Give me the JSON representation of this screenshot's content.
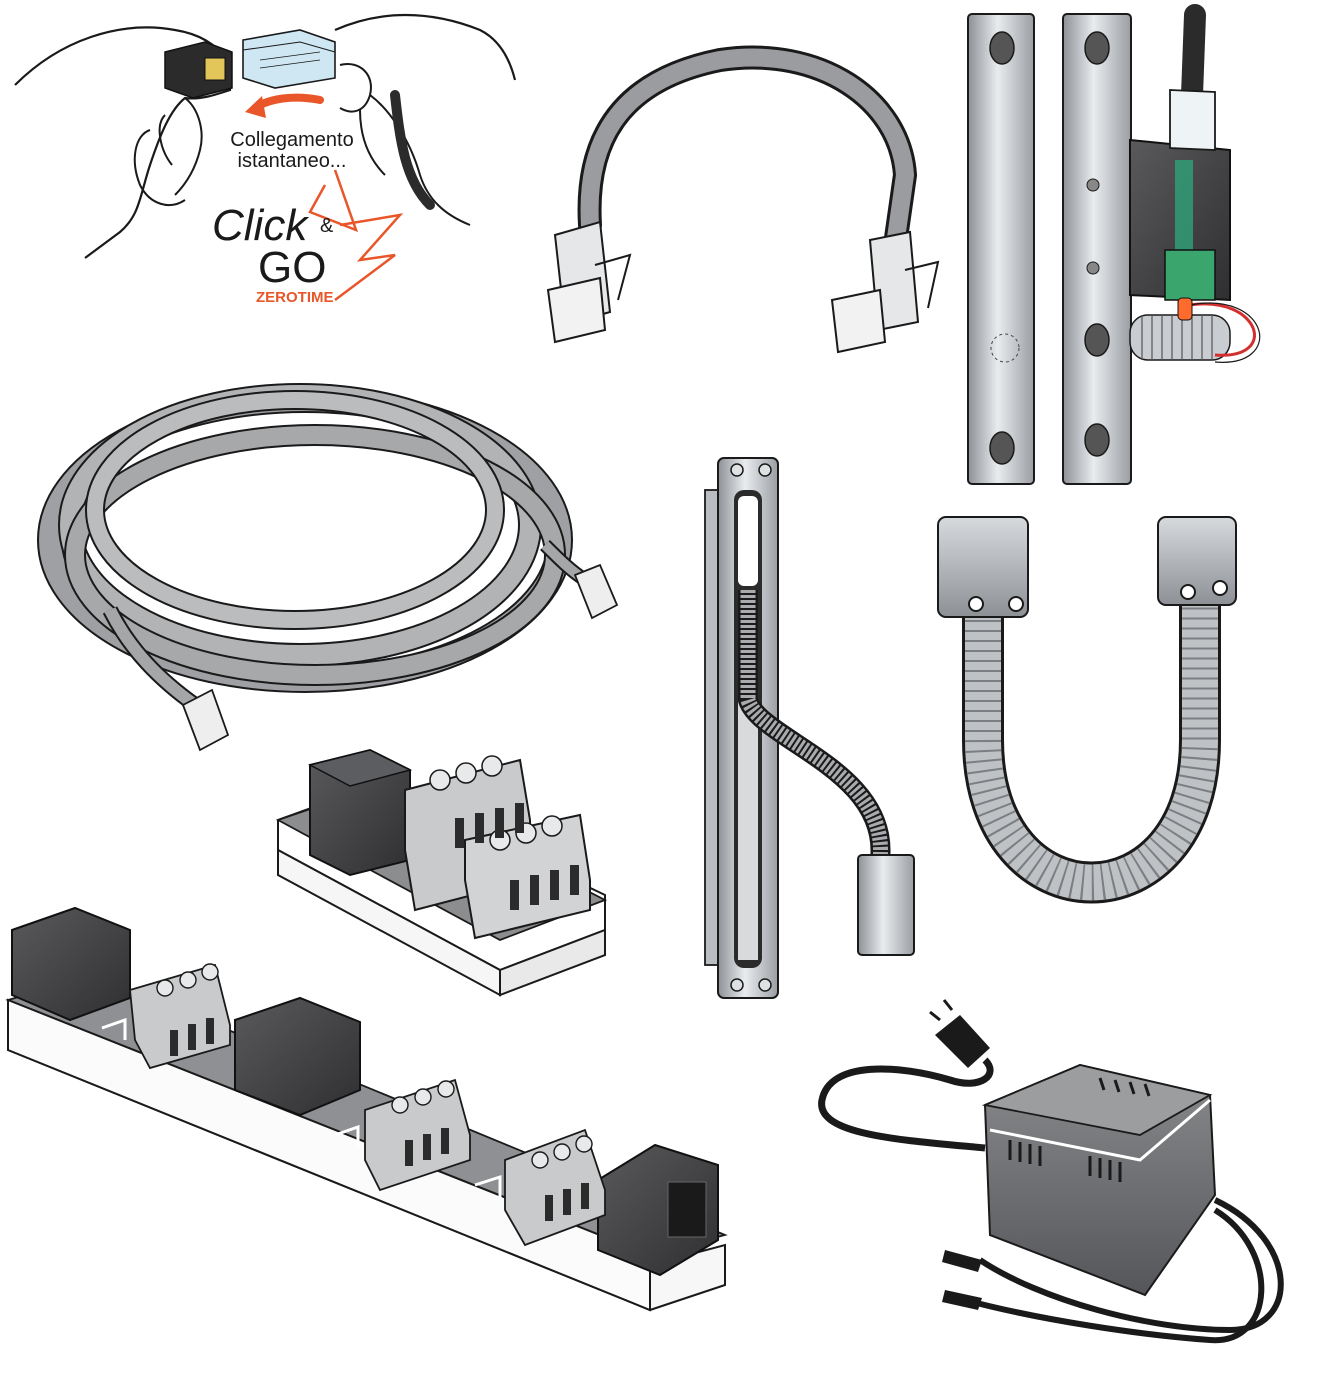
{
  "promo": {
    "caption_line1": "Collegamento",
    "caption_line2": "istantaneo...",
    "logo_word1": "Click",
    "logo_amp": "&",
    "logo_word2": "GO",
    "logo_brand": "ZEROTIME"
  },
  "colors": {
    "accent": "#e8562a",
    "dark": "#2b2b2b",
    "metal": "#b9bcc0",
    "connector": "#cfe7f2",
    "outline": "#1a1a1a"
  },
  "icons": [
    "hands-plugging-connector-icon",
    "arrow-icon",
    "short-flat-cable-icon",
    "electric-lock-bolt-icon",
    "coiled-flat-cable-icon",
    "terminal-adapter-board-icon",
    "door-cable-channel-icon",
    "armoured-door-loop-icon",
    "distribution-board-icon",
    "power-supply-adapter-icon"
  ]
}
